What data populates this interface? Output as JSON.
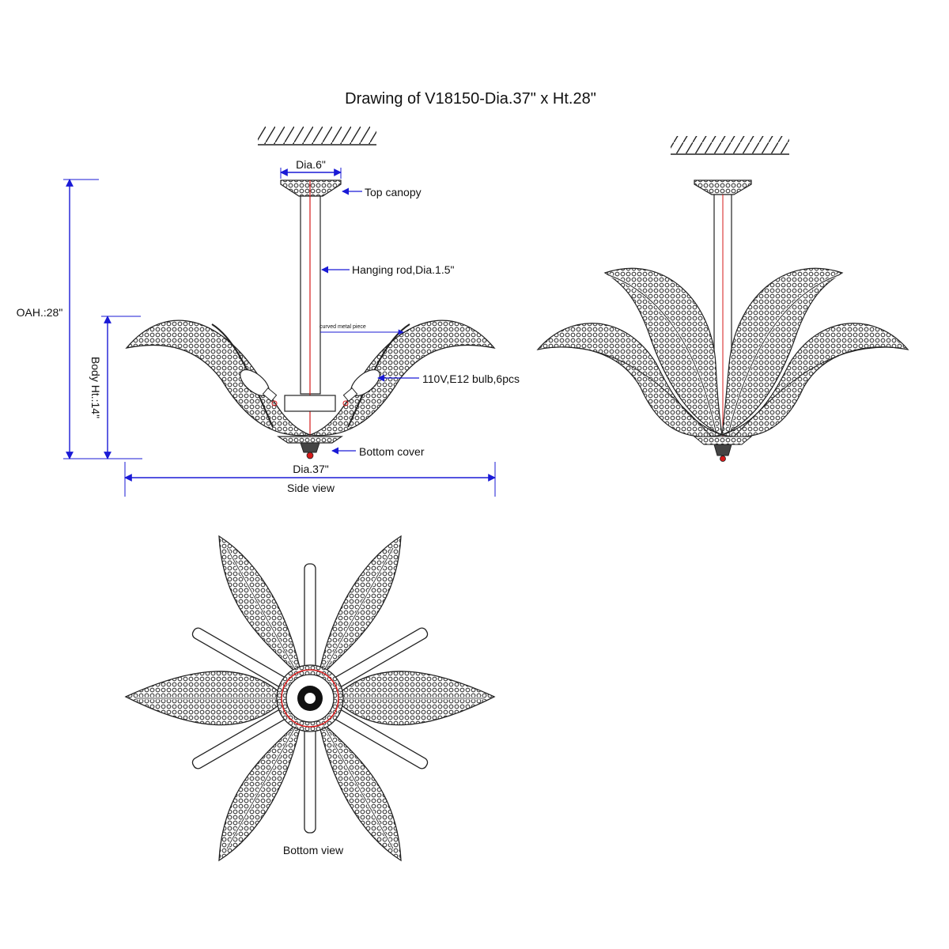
{
  "title": "Drawing of V18150-Dia.37\" x Ht.28\"",
  "side_view": {
    "caption": "Side view",
    "dim_top_canopy": "Dia.6\"",
    "dim_overall_height": "OAH.:28\"",
    "dim_body_height": "Body Ht.:14\"",
    "dim_diameter": "Dia.37\"",
    "callout_top_canopy": "Top canopy",
    "callout_hanging_rod": "Hanging rod,Dia.1.5\"",
    "callout_curved_metal": "curved metal piece",
    "callout_bulb": "110V,E12 bulb,6pcs",
    "callout_bottom_cover": "Bottom cover"
  },
  "bottom_view": {
    "caption": "Bottom view"
  },
  "colors": {
    "dimension_lines": "#1a1ad6",
    "center_line": "#d61a1a",
    "outline": "#222222"
  }
}
